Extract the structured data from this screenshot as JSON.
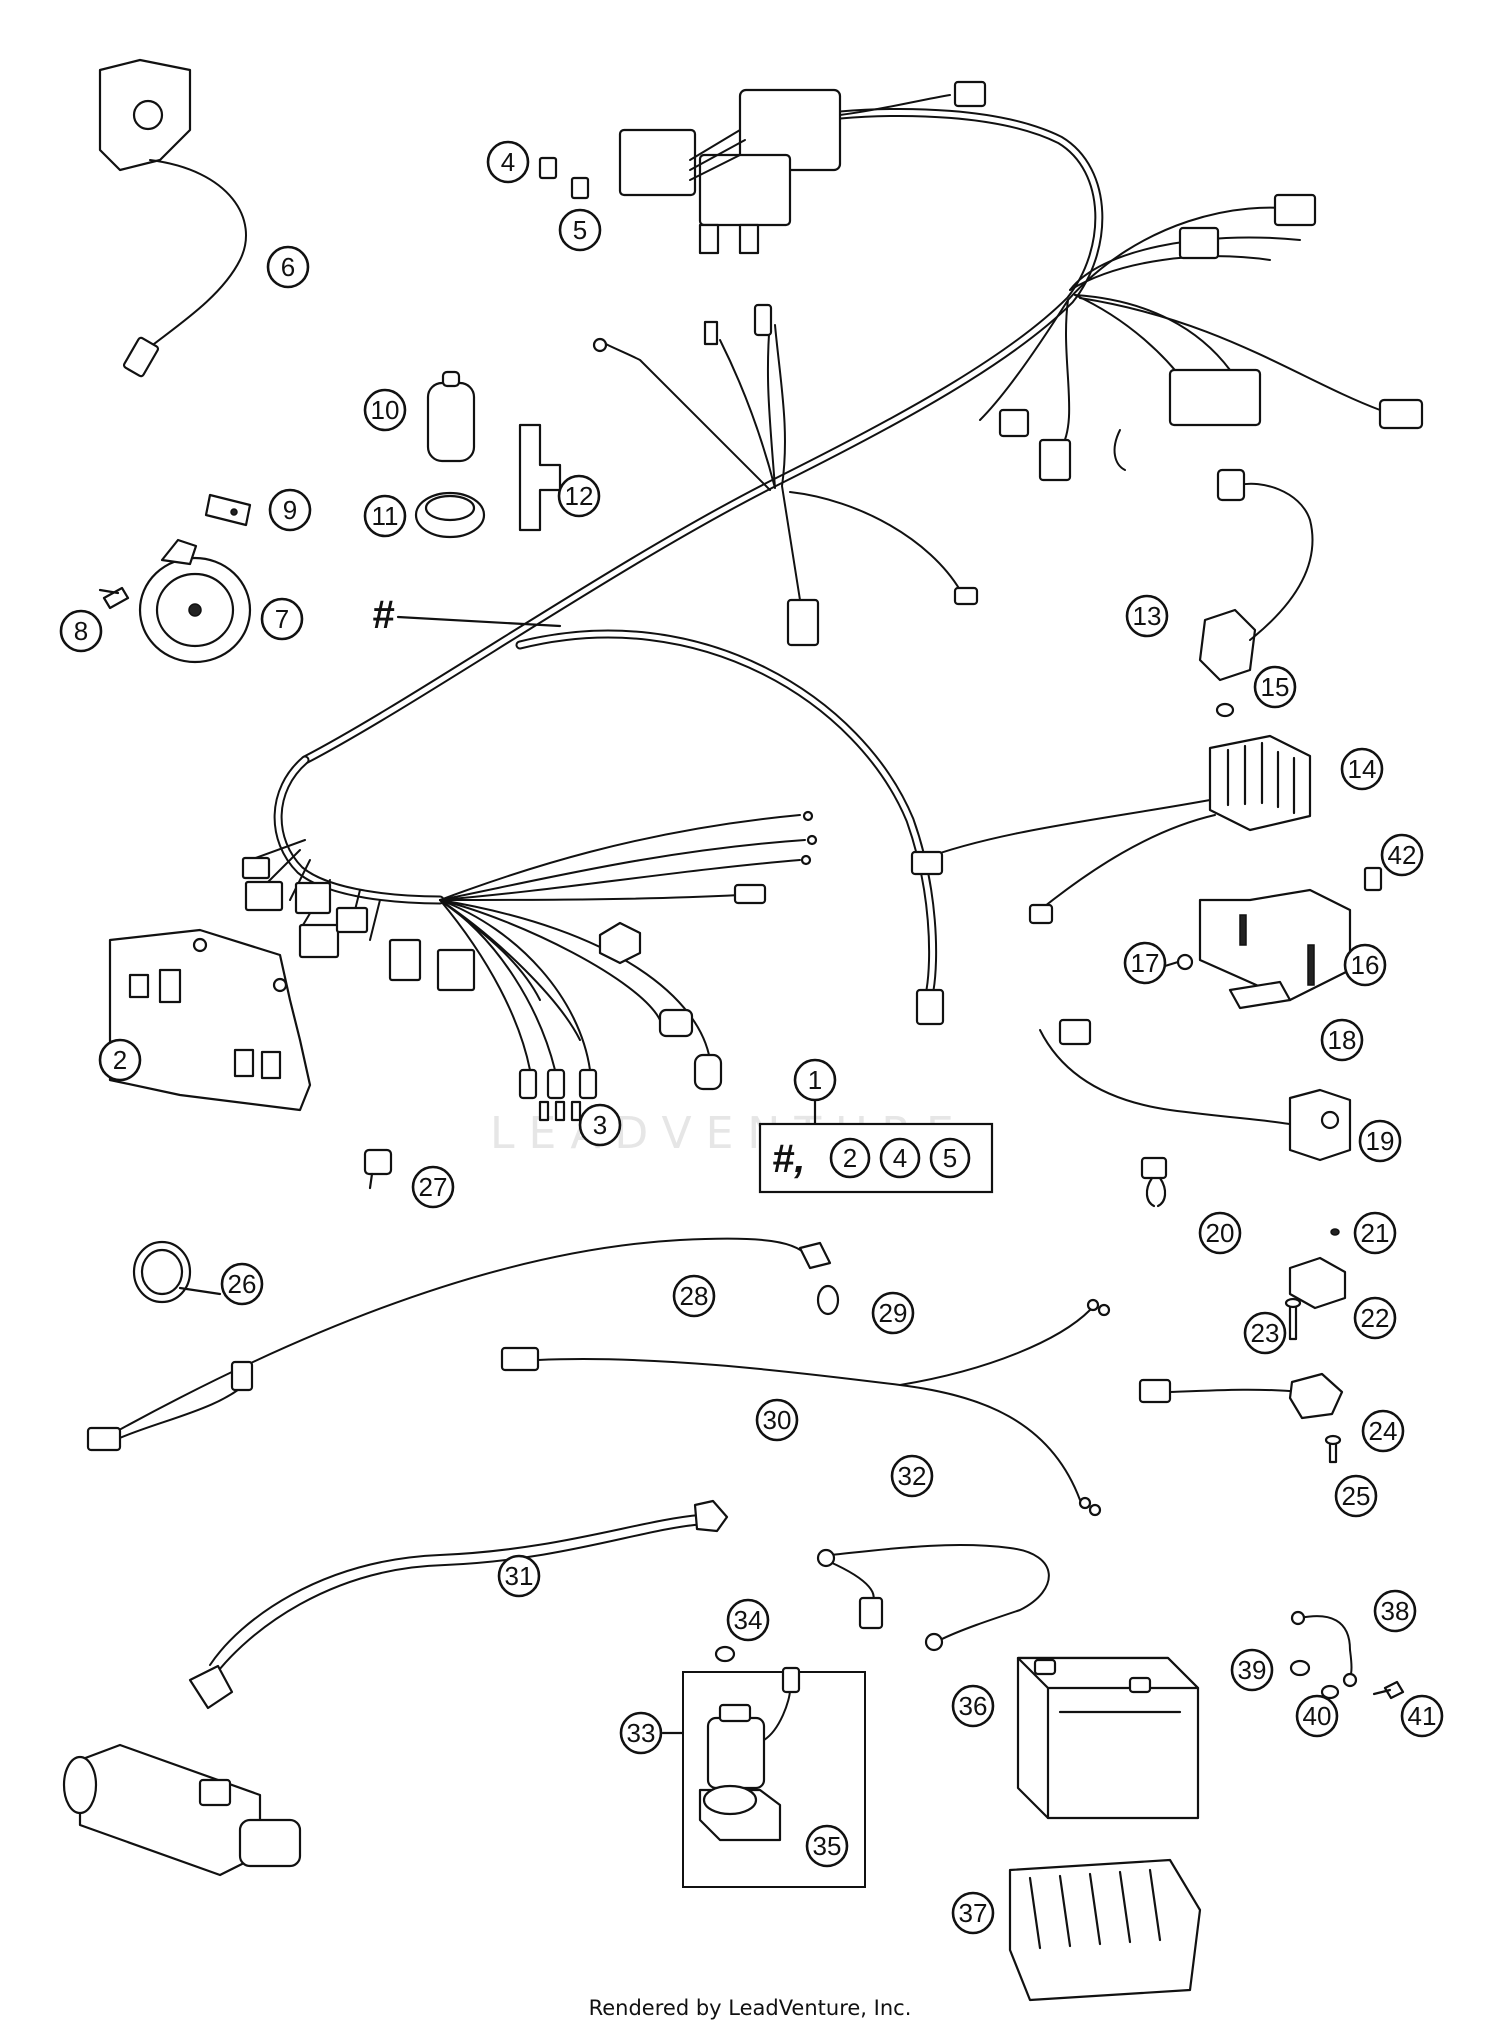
{
  "watermark_text": "LEADVENTURE",
  "credit": "Rendered by LeadVenture, Inc.",
  "callouts": {
    "c1": "1",
    "c2": "2",
    "c3": "3",
    "c4": "4",
    "c5": "5",
    "c6": "6",
    "c7": "7",
    "c8": "8",
    "c9": "9",
    "c10": "10",
    "c11": "11",
    "c12": "12",
    "c13": "13",
    "c14": "14",
    "c15": "15",
    "c16": "16",
    "c17": "17",
    "c18": "18",
    "c19": "19",
    "c20": "20",
    "c21": "21",
    "c22": "22",
    "c23": "23",
    "c24": "24",
    "c25": "25",
    "c26": "26",
    "c27": "27",
    "c28": "28",
    "c29": "29",
    "c30": "30",
    "c31": "31",
    "c32": "32",
    "c33": "33",
    "c34": "34",
    "c35": "35",
    "c36": "36",
    "c37": "37",
    "c38": "38",
    "c39": "39",
    "c40": "40",
    "c41": "41",
    "c42": "42"
  },
  "harness_label": "#",
  "kit": {
    "hash": "#,",
    "items": [
      "2",
      "4",
      "5"
    ]
  }
}
